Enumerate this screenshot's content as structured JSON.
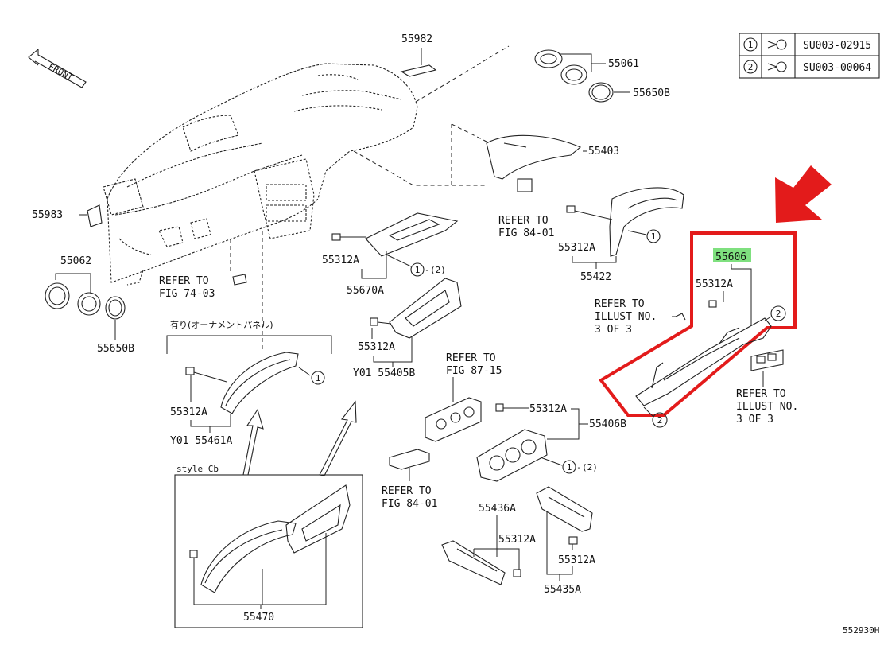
{
  "diagram_id": "552930H",
  "front_label": "FRONT",
  "fastener_table": [
    {
      "ref": "1",
      "part": "SU003-02915"
    },
    {
      "ref": "2",
      "part": "SU003-00064"
    }
  ],
  "highlight": {
    "part": "55606",
    "highlight_color": "#7fe07f",
    "box_color": "#e31b1b"
  },
  "parts": {
    "p55982": "55982",
    "p55061": "55061",
    "p55650B_top": "55650B",
    "p55403": "55403",
    "p55983": "55983",
    "p55062": "55062",
    "p55650B_left": "55650B",
    "p55312A_center": "55312A",
    "p55670A": "55670A",
    "p55312A_right_upper": "55312A",
    "p55422": "55422",
    "p55606": "55606",
    "p55312A_highlight": "55312A",
    "p55312A_mid": "55312A",
    "p55405B": "Y01 55405B",
    "p55312A_left": "55312A",
    "p55461A": "Y01 55461A",
    "p55312A_lower": "55312A",
    "p55406B": "55406B",
    "p55436A": "55436A",
    "p55312A_bot1": "55312A",
    "p55312A_bot2": "55312A",
    "p55435A": "55435A",
    "p55470": "55470"
  },
  "refs": {
    "fig74": [
      "REFER TO",
      "FIG 74-03"
    ],
    "fig84_top": [
      "REFER TO",
      "FIG 84-01"
    ],
    "illust_upper": [
      "REFER TO",
      "ILLUST NO.",
      "3 OF 3"
    ],
    "illust_lower": [
      "REFER TO",
      "ILLUST NO.",
      "3 OF 3"
    ],
    "fig87": [
      "REFER TO",
      "FIG 87-15"
    ],
    "fig84_bot": [
      "REFER TO",
      "FIG 84-01"
    ]
  },
  "callouts": {
    "c1_top_right": "1",
    "c12_center": "1",
    "c12_center_2": "(2)",
    "c2_highlight_top": "2",
    "c2_highlight_bot": "2",
    "c1_left": "1",
    "c12_lower": "1",
    "c12_lower_2": "(2)",
    "c12_center_sep": "-",
    "c12_lower_sep": "-"
  },
  "ornament_label": "有り(オーナメントパネル)",
  "style_label": "style Cb"
}
